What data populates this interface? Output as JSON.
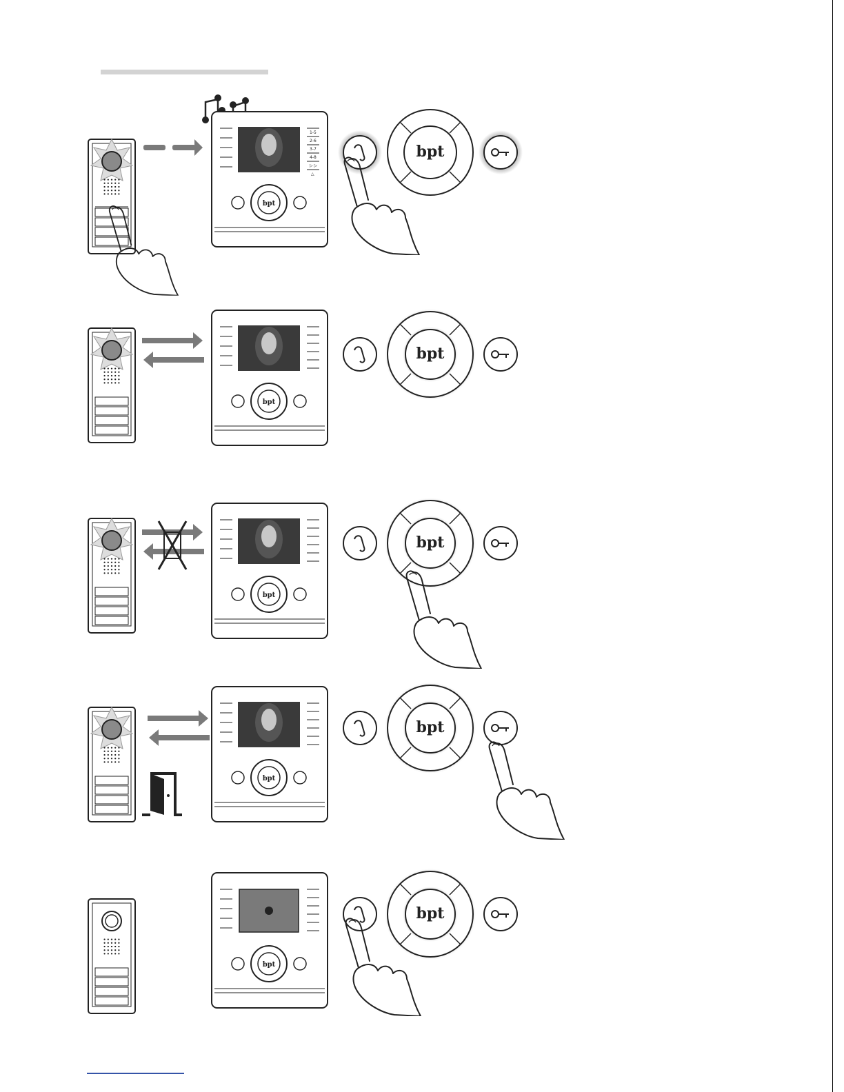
{
  "document": {
    "section_rule_color": "#d3d3d3",
    "link_rule_color": "#3554a8"
  },
  "monitor": {
    "brand": "bpt",
    "key_labels": [
      "1-5",
      "2-6",
      "3-7",
      "4-8",
      "▷ ▷",
      "△"
    ]
  },
  "steps": [
    {
      "id": "call-received",
      "arrow": "dashed-right",
      "hand_on": "answer-button",
      "ringing": true,
      "active_buttons": [
        "answer-button",
        "door-button"
      ]
    },
    {
      "id": "conversation",
      "arrow": "two-way",
      "hand_on": "none",
      "active_buttons": [
        "center-dial"
      ]
    },
    {
      "id": "mute",
      "arrow": "two-way-crossed",
      "hand_on": "mute-button",
      "active_buttons": [
        "center-dial"
      ]
    },
    {
      "id": "door-open",
      "arrow": "two-way",
      "hand_on": "door-button",
      "door": true,
      "active_buttons": [
        "center-dial"
      ]
    },
    {
      "id": "call-end",
      "arrow": "none",
      "hand_on": "answer-button",
      "screen_off": true,
      "active_buttons": [
        "center-dial"
      ]
    }
  ]
}
